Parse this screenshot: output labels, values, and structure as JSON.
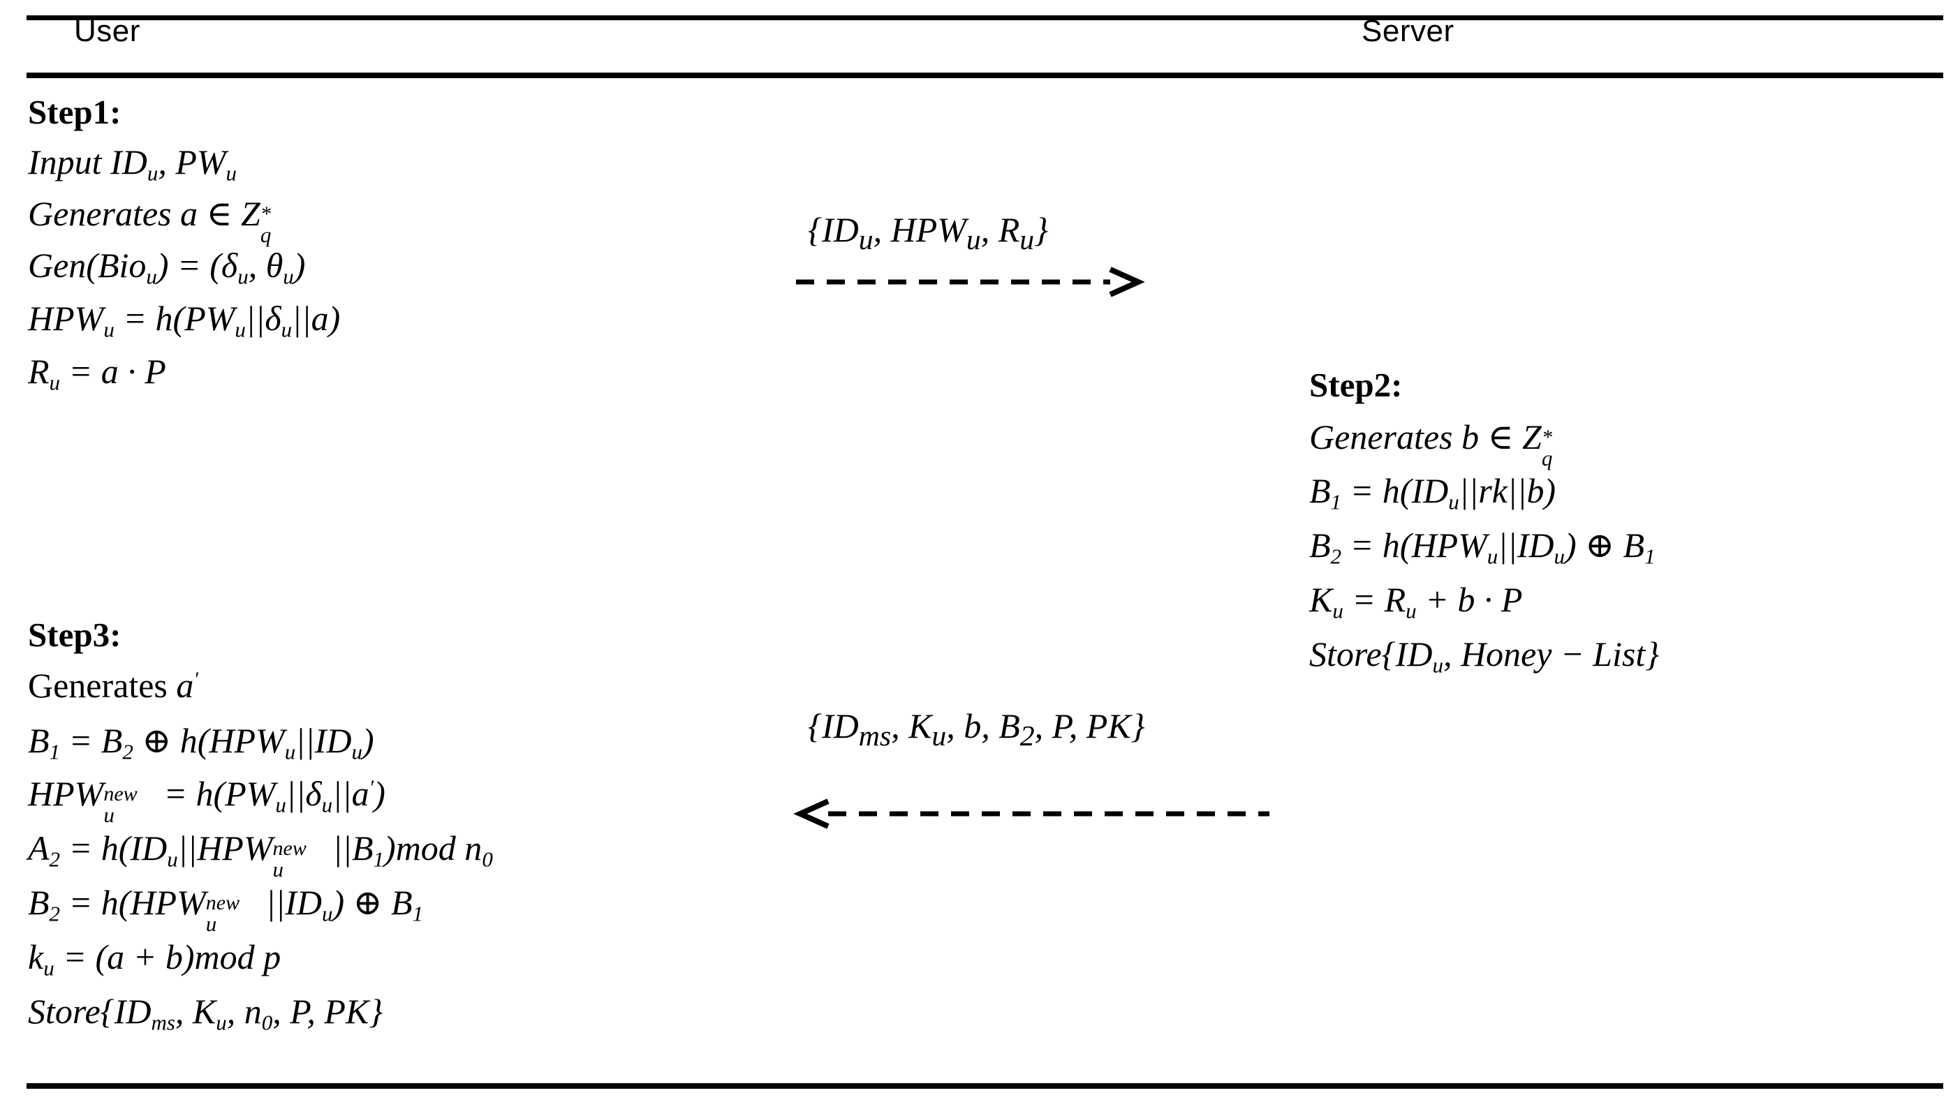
{
  "diagram": {
    "type": "protocol-sequence",
    "columns": [
      {
        "id": "user",
        "label": "User"
      },
      {
        "id": "server",
        "label": "Server"
      }
    ],
    "rules": 3,
    "line_color": "#000000",
    "background": "#ffffff"
  },
  "user": {
    "step1": {
      "label": "Step1:",
      "lines": [
        {
          "id": "u1",
          "text": "Input ID_u, PW_u"
        },
        {
          "id": "u2",
          "text": "Generates a ∈ Z*_q"
        },
        {
          "id": "u3",
          "text": "Gen(Bio_u) = (δ_u, θ_u)"
        },
        {
          "id": "u4",
          "text": "HPW_u = h(PW_u||δ_u||a)"
        },
        {
          "id": "u5",
          "text": "R_u = a · P"
        }
      ]
    },
    "step3": {
      "label": "Step3:",
      "lines": [
        {
          "id": "u6",
          "text": "Generates a′"
        },
        {
          "id": "u7",
          "text": "B_1 = B_2 ⊕ h(HPW_u||ID_u)"
        },
        {
          "id": "u8",
          "text": "HPW_u^new = h(PW_u||δ_u||a′)"
        },
        {
          "id": "u9",
          "text": "A_2 = h(ID_u||HPW_u^new||B_1)mod n_0"
        },
        {
          "id": "u10",
          "text": "B_2 = h(HPW_u^new||ID_u) ⊕ B_1"
        },
        {
          "id": "u11",
          "text": "k_u = (a + b)mod p"
        },
        {
          "id": "u12",
          "text": "Store{ID_ms, K_u, n_0, P, PK}"
        }
      ]
    }
  },
  "server": {
    "step2": {
      "label": "Step2:",
      "lines": [
        {
          "id": "s1",
          "text": "Generates b ∈ Z*_q"
        },
        {
          "id": "s2",
          "text": "B_1 = h(ID_u||rk||b)"
        },
        {
          "id": "s3",
          "text": "B_2 = h(HPW_u||ID_u) ⊕ B_1"
        },
        {
          "id": "s4",
          "text": "K_u = R_u + b · P"
        },
        {
          "id": "s5",
          "text": "Store{ID_u, Honey − List}"
        }
      ]
    }
  },
  "messages": [
    {
      "id": "m1",
      "label": "{ID_u, HPW_u, R_u}",
      "direction": "user-to-server",
      "arrow_style": "dashed",
      "arrow_head": "right"
    },
    {
      "id": "m2",
      "label": "{ID_ms, K_u, b, B_2, P, PK}",
      "direction": "server-to-user",
      "arrow_style": "dashed",
      "arrow_head": "left"
    }
  ]
}
